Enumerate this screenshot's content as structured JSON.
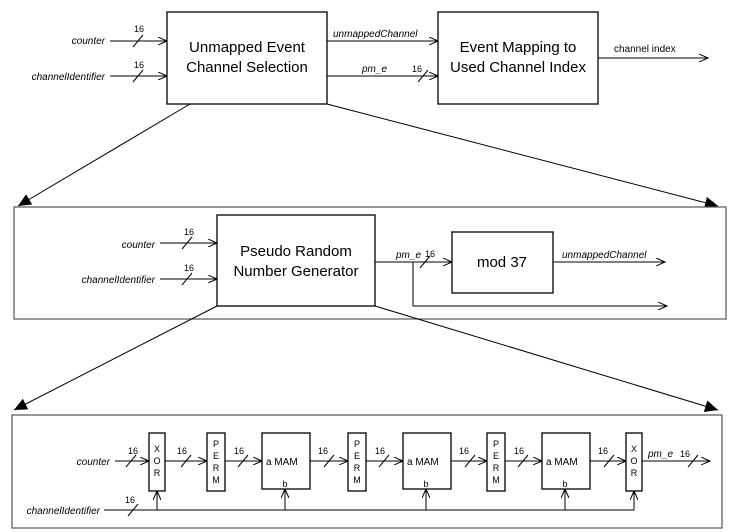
{
  "top": {
    "inputs": [
      "counter",
      "channelIdentifier"
    ],
    "bus_width": "16",
    "selection_box": [
      "Unmapped Event",
      "Channel Selection"
    ],
    "mapping_box": [
      "Event Mapping to",
      "Used Channel Index"
    ],
    "signal_unmapped": "unmappedChannel",
    "signal_pm_e": "pm_e",
    "output": "channel index"
  },
  "middle": {
    "inputs": [
      "counter",
      "channelIdentifier"
    ],
    "bus_width": "16",
    "prng_box": [
      "Pseudo Random",
      "Number Generator"
    ],
    "signal_pm_e": "pm_e",
    "mod_box": "mod 37",
    "output": "unmappedChannel"
  },
  "bottom": {
    "inputs": [
      "counter",
      "channelIdentifier"
    ],
    "bus_width": "16",
    "xor_letters": [
      "X",
      "O",
      "R"
    ],
    "perm_letters": [
      "P",
      "E",
      "R",
      "M"
    ],
    "mam_label": "a MAM",
    "mam_b": "b",
    "output": "pm_e"
  }
}
